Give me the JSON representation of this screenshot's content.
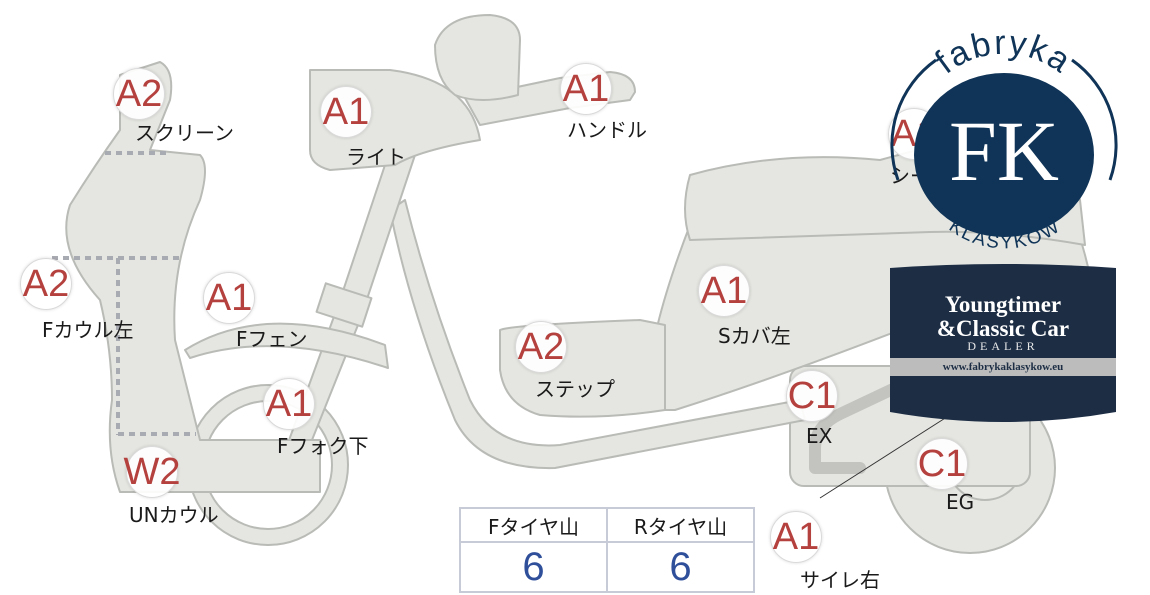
{
  "parts": [
    {
      "id": "screen",
      "grade": "A2",
      "name": "スクリーン"
    },
    {
      "id": "light",
      "grade": "A1",
      "name": "ライト"
    },
    {
      "id": "handle",
      "grade": "A1",
      "name": "ハンドル"
    },
    {
      "id": "seat",
      "grade": "A1",
      "name": "シート"
    },
    {
      "id": "f-cowl-left",
      "grade": "A2",
      "name": "Fカウル左"
    },
    {
      "id": "f-fender",
      "grade": "A1",
      "name": "Fフェン"
    },
    {
      "id": "s-cover-left",
      "grade": "A1",
      "name": "Sカバ左"
    },
    {
      "id": "step",
      "grade": "A2",
      "name": "ステップ"
    },
    {
      "id": "f-fork-lower",
      "grade": "A1",
      "name": "Fフォク下"
    },
    {
      "id": "exhaust",
      "grade": "C1",
      "name": "EX"
    },
    {
      "id": "engine",
      "grade": "C1",
      "name": "EG"
    },
    {
      "id": "under-cowl",
      "grade": "W2",
      "name": "UNカウル"
    },
    {
      "id": "silencer-right",
      "grade": "A1",
      "name": "サイレ右"
    }
  ],
  "tire_table": {
    "headers": [
      "Fタイヤ山",
      "Rタイヤ山"
    ],
    "values": [
      "6",
      "6"
    ]
  },
  "logo": {
    "top_text": "fabryka",
    "letters": "FK",
    "bottom_text": "KLASYKÓW"
  },
  "dealer_badge": {
    "line1": "Youngtimer",
    "line2": "&Classic Car",
    "line3": "DEALER",
    "url": "www.fabrykaklasykow.eu"
  },
  "colors": {
    "part_fill": "#e5e6e1",
    "part_stroke": "#b9bbb6",
    "grade_text": "#b5413e",
    "value_text": "#2f4f9a",
    "logo_navy": "#0f3457",
    "dealer_navy": "#1c2d44"
  }
}
